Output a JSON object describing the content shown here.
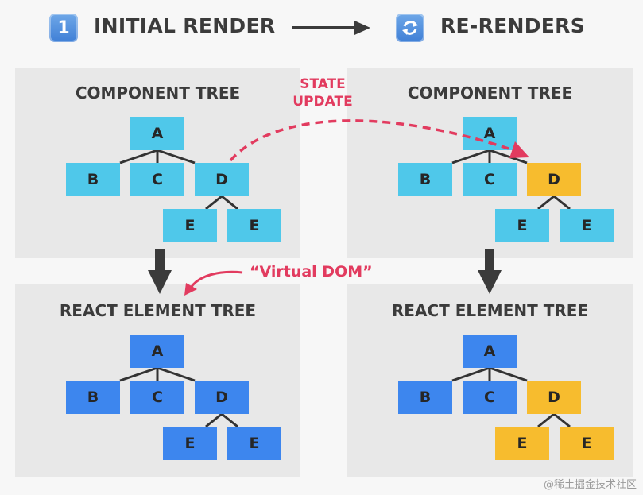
{
  "header": {
    "step_badge": "1",
    "left_title": "INITIAL RENDER",
    "refresh_icon": "refresh-icon",
    "right_title": "RE-RENDERS"
  },
  "panels": {
    "initial_component": {
      "title": "COMPONENT TREE",
      "nodes": {
        "a": "A",
        "b": "B",
        "c": "C",
        "d": "D",
        "e1": "E",
        "e2": "E"
      }
    },
    "initial_element": {
      "title": "REACT ELEMENT TREE",
      "nodes": {
        "a": "A",
        "b": "B",
        "c": "C",
        "d": "D",
        "e1": "E",
        "e2": "E"
      }
    },
    "rerender_component": {
      "title": "COMPONENT TREE",
      "nodes": {
        "a": "A",
        "b": "B",
        "c": "C",
        "d": "D",
        "e1": "E",
        "e2": "E"
      }
    },
    "rerender_element": {
      "title": "REACT ELEMENT TREE",
      "nodes": {
        "a": "A",
        "b": "B",
        "c": "C",
        "d": "D",
        "e1": "E",
        "e2": "E"
      }
    }
  },
  "annotations": {
    "state_update_line1": "STATE",
    "state_update_line2": "UPDATE",
    "virtual_dom": "“Virtual DOM”"
  },
  "colors": {
    "component_node": "#4fc8ea",
    "element_node": "#3d86ee",
    "updated_node": "#f7bc2e",
    "annotation": "#e23b5f",
    "panel_bg": "#e8e8e8"
  },
  "watermark": "@稀土掘金技术社区"
}
